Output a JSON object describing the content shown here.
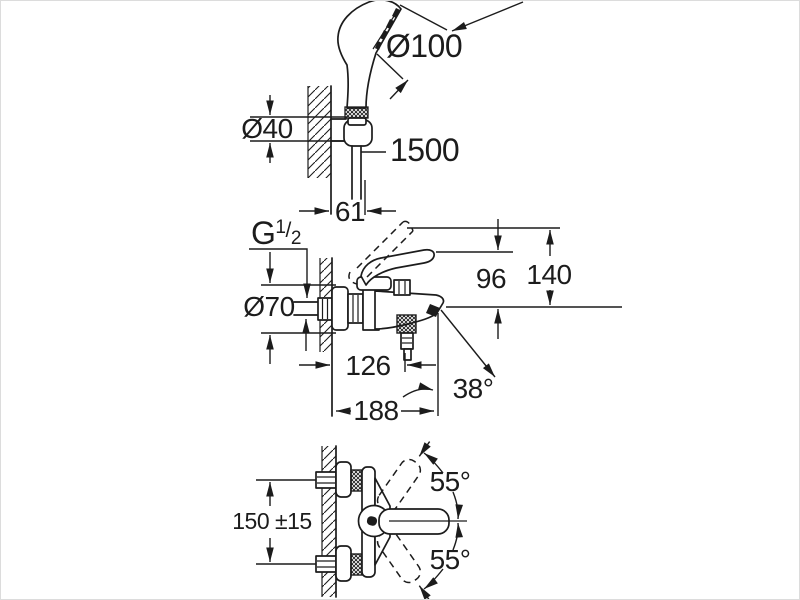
{
  "colors": {
    "line": "#1c1c1c",
    "background": "#ffffff",
    "frame": "#dcdcdc"
  },
  "hand_shower_view": {
    "head_diameter": "Ø100",
    "holder_diameter": "Ø40",
    "hose_length": "1500",
    "holder_projection": "61"
  },
  "mixer_front_view": {
    "thread": {
      "prefix": "G",
      "numerator": "1",
      "slash": "/",
      "denominator": "2"
    },
    "escutcheon_diameter": "Ø70",
    "height_lever_closed": "96",
    "height_lever_open": "140",
    "outlet_offset": "126",
    "spout_angle": "38°",
    "spout_projection": "188"
  },
  "mixer_top_view": {
    "connection_distance": "150 ±15",
    "lever_angle_up": "55°",
    "lever_angle_down": "55°"
  }
}
